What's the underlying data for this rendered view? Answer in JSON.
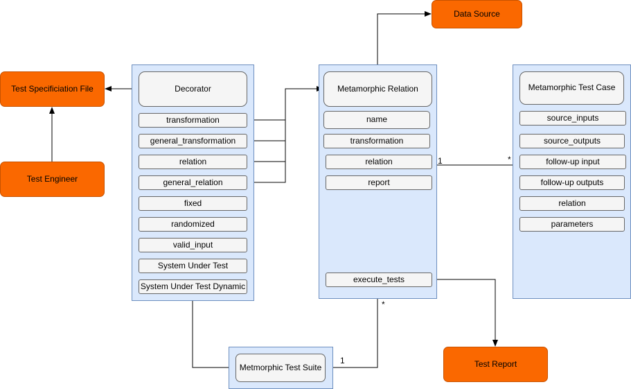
{
  "nodes": {
    "test_spec_file": "Test Specificiation File",
    "test_engineer": "Test Engineer",
    "data_source": "Data Source",
    "test_report": "Test Report"
  },
  "decorator": {
    "title": "Decorator",
    "fields": [
      "transformation",
      "general_transformation",
      "relation",
      "general_relation",
      "fixed",
      "randomized",
      "valid_input",
      "System Under Test",
      "System Under Test Dynamic"
    ]
  },
  "metamorphic_relation": {
    "title": "Metamorphic Relation",
    "fields": [
      "name",
      "transformation",
      "relation",
      "report"
    ],
    "execute": "execute_tests"
  },
  "metamorphic_test_case": {
    "title": "Metamorphic Test Case",
    "fields": [
      "source_inputs",
      "source_outputs",
      "follow-up input",
      "follow-up outputs",
      "relation",
      "parameters"
    ]
  },
  "test_suite": {
    "title": "Metmorphic Test Suite"
  },
  "multiplicity": {
    "mr_tc_one": "1",
    "mr_tc_many": "*",
    "suite_one": "1",
    "suite_many": "*"
  }
}
